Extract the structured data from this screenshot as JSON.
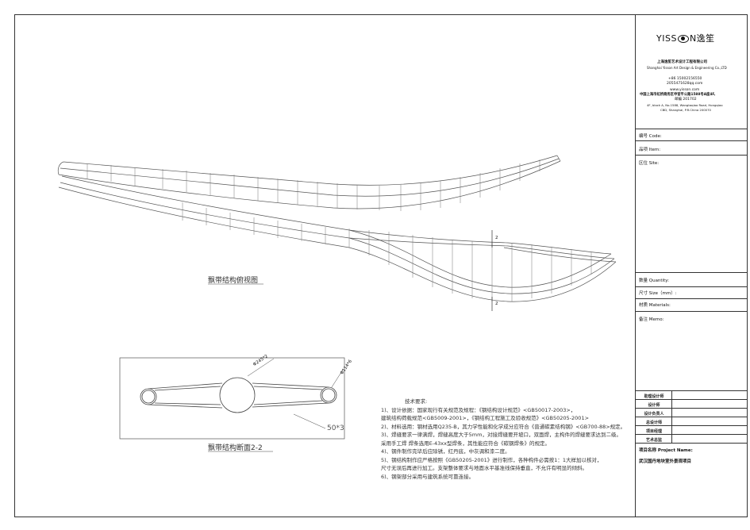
{
  "company": {
    "logo_left": "YISS",
    "logo_right": "N逸笙",
    "name_cn": "上海逸笙艺术设计工程有限公司",
    "name_en": "Shanghai Yisson Art Design & Engineering Co.,LTD",
    "phone": "+86 15002156550",
    "qq": "2055471628qq.com",
    "website": "www.yisson.com",
    "address_cn": "中国上海市虹桥商务区申官平公路1588号A座4F,",
    "zip_cn": "邮编 201702",
    "address_en_1": "4F, block A, No.1588, Wangtaqiao Road, Hongqiao",
    "address_en_2": "CBD, Shanghai, P.R.China 200070"
  },
  "fields": {
    "code": "编号 Code:",
    "item": "品项 Item:",
    "site": "区位 Site:",
    "quantity": "数量 Quantity:",
    "size": "尺寸 Size（mm）:",
    "materials": "材质 Materials:",
    "memo": "备注 Memo:"
  },
  "signatures": [
    "助理设计师",
    "设计师",
    "设计负责人",
    "总设计师",
    "项目经理",
    "艺术总监"
  ],
  "project": {
    "label": "项目名称 Project Name:",
    "name": "武汉国丹地块室外景观项目"
  },
  "drawing": {
    "top_view_title": "飘带结构俯视图",
    "section_title": "飘带结构断面2-2",
    "dim_pipe_main": "Φ245*2",
    "dim_pipe_side": "Φ114*6",
    "dim_plate": "50*3",
    "mark_2": "2"
  },
  "notes": {
    "heading": "技术要求:",
    "lines": [
      "1)、设计依据：国家现行有关规范及规程：《钢结构设计规范》<GB50017-2003>，",
      "   建筑结构荷载规范<GB5009-2001>，《钢结构工程施工及验收规范》<GB50205-2001>",
      "2)、材料选用：钢材选用Q235-B，其力学性能和化学成分应符合《普通碳素结构钢》<GB700-88>规定。",
      "3)、焊缝要求一律满焊，焊缝高度大于5mm，对接焊缝要开坡口，双面焊，主构件的焊缝要求达到二级。",
      "   采用手工焊   焊条选用E-43xx型焊条，其性能应符合《碳钢焊条》的规定。",
      "4)、钢件制作完毕后应除锈，红丹底，中灰调和漆二度。",
      "5)、钢结构制作应严格按照《GB50205-2001》进行制作，各种构件必需按1：1大样加以核对，",
      "   尺寸无误后再进行加工。支架整体要求与地面水平基准线保持垂直，不允许有明显的倾斜。",
      "6)、钢架部分采用与建筑系统可靠连接。"
    ]
  }
}
